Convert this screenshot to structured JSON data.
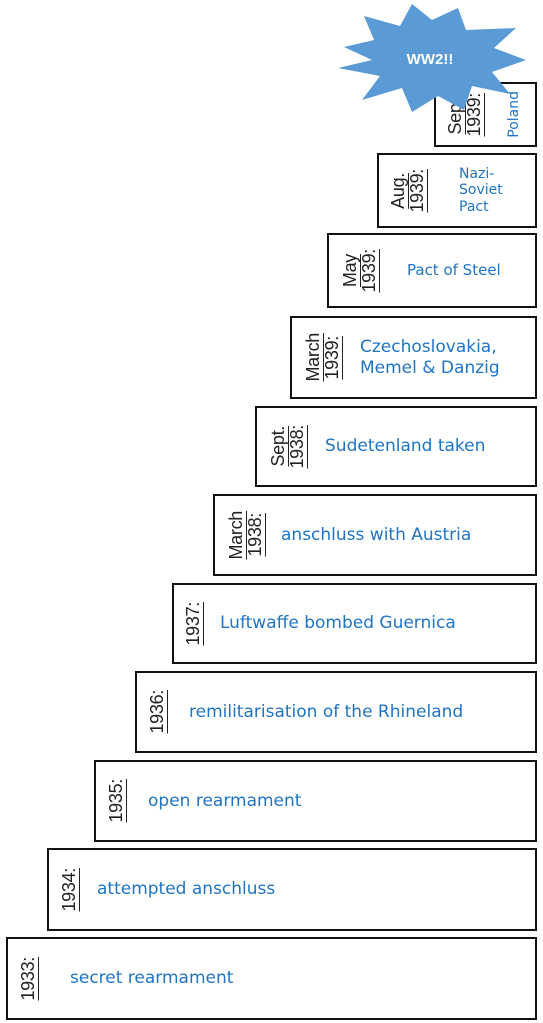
{
  "burst": {
    "label": "WW2!!",
    "fill": "#5b9bd5",
    "text_color": "#ffffff"
  },
  "colors": {
    "event_text": "#1f74c4",
    "date_text": "#222222",
    "border": "#111111"
  },
  "steps": [
    {
      "date_lines": [
        "1933:"
      ],
      "event": "secret rearmament"
    },
    {
      "date_lines": [
        "1934:"
      ],
      "event": "attempted anschluss"
    },
    {
      "date_lines": [
        "1935:"
      ],
      "event": "open rearmament"
    },
    {
      "date_lines": [
        "1936:"
      ],
      "event": "remilitarisation of the Rhineland"
    },
    {
      "date_lines": [
        "1937:"
      ],
      "event": "Luftwaffe bombed Guernica"
    },
    {
      "date_lines": [
        "March",
        "1938:"
      ],
      "event": "anschluss with Austria"
    },
    {
      "date_lines": [
        "Sept.",
        "1938:"
      ],
      "event": "Sudetenland taken"
    },
    {
      "date_lines": [
        "March",
        "1939:"
      ],
      "event": "Czechoslovakia,\nMemel & Danzig"
    },
    {
      "date_lines": [
        "May",
        "1939:"
      ],
      "event": "Pact of Steel"
    },
    {
      "date_lines": [
        "Aug.",
        "1939:"
      ],
      "event": "Nazi-\nSoviet\nPact"
    },
    {
      "date_lines": [
        "Sept.",
        "1939:"
      ],
      "event": "Poland"
    }
  ]
}
